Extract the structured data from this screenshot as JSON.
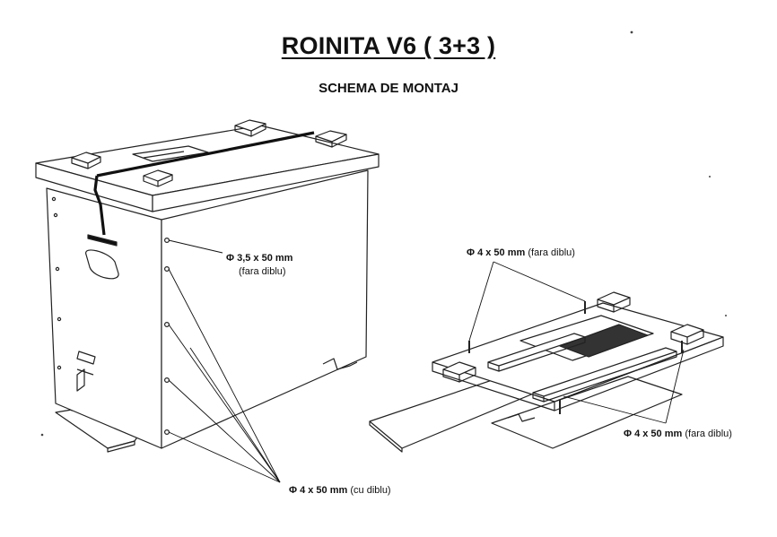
{
  "title": "ROINITA V6 ( 3+3 )",
  "subtitle": "SCHEMA DE MONTAJ",
  "labels": {
    "screw_35_main": "Φ 3,5 x 50 mm",
    "screw_35_note": "(fara diblu)",
    "screw_4_dowel_main": "Φ 4 x 50 mm",
    "screw_4_dowel_note": "(cu diblu)",
    "screw_4_top_main": "Φ 4 x 50 mm",
    "screw_4_top_note": "(fara diblu)",
    "screw_4_right_main": "Φ 4 x 50 mm",
    "screw_4_right_note": "(fara diblu)"
  }
}
